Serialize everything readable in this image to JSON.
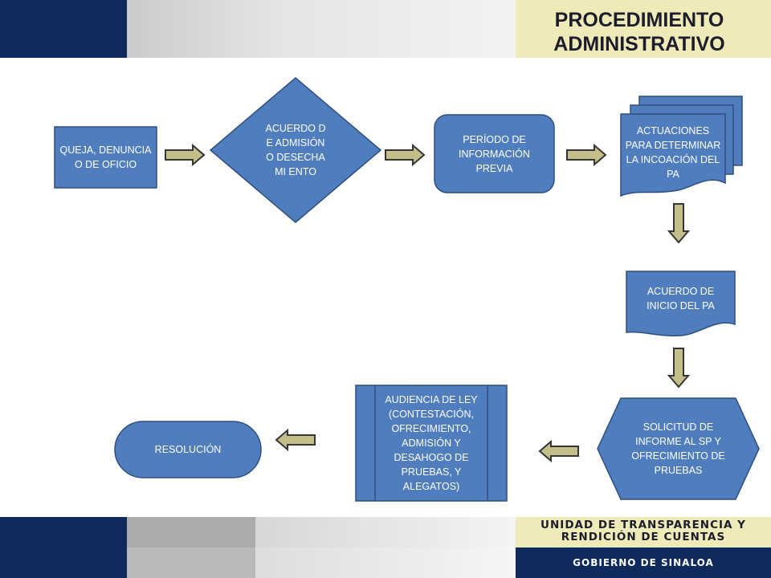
{
  "header": {
    "title": "PROCEDIMIENTO ADMINISTRATIVO"
  },
  "footer": {
    "line1": "UNIDAD DE TRANSPARENCIA Y RENDICIÓN DE CUENTAS",
    "line2": "GOBIERNO DE SINALOA"
  },
  "colors": {
    "navy": "#0f2a5c",
    "cream": "#eeebb8",
    "box_fill": "#4f7dbd",
    "box_stroke": "#2e4f80",
    "arrow_fill": "#c3be8a",
    "arrow_stroke": "#353535"
  },
  "nodes": {
    "queja": "QUEJA, DENUNCIA O DE OFICIO",
    "acuerdo_admision": "ACUERDO DE ADMISIÓN O DESECHAMI ENTO",
    "periodo": "PERÍODO DE INFORMACIÓN PREVIA",
    "actuaciones": "ACTUACIONES PARA DETERMINAR LA INCOACIÓN DEL PA",
    "acuerdo_inicio": "ACUERDO DE INICIO DEL PA",
    "solicitud": "SOLICITUD DE INFORME AL SP Y OFRECIMIENTO DE PRUEBAS",
    "audiencia": "AUDIENCIA DE LEY (CONTESTACIÓN, OFRECIMIENTO, ADMISIÓN Y DESAHOGO DE PRUEBAS, Y ALEGATOS)",
    "resolucion": "RESOLUCIÓN"
  }
}
